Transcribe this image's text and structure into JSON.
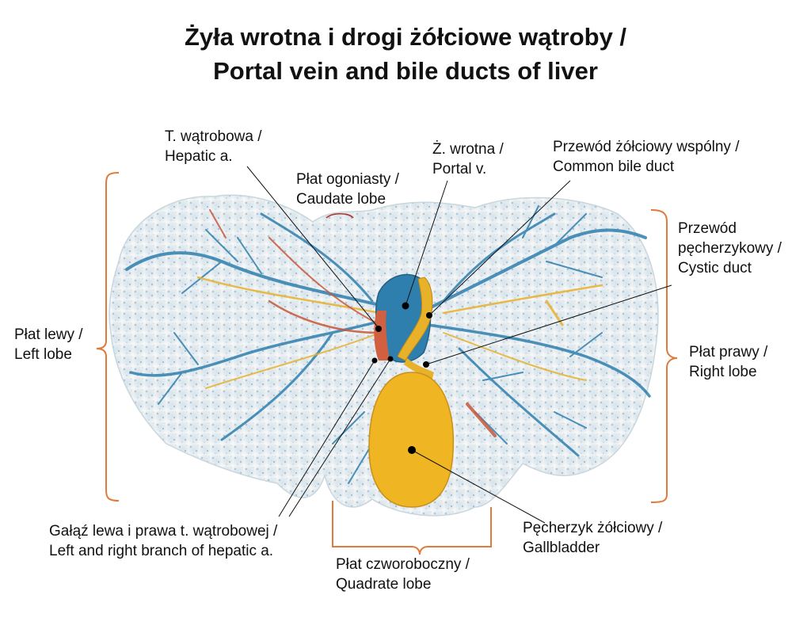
{
  "title": {
    "line1": "Żyła wrotna i drogi żółciowe wątroby /",
    "line2": "Portal vein and bile ducts of liver"
  },
  "labels": {
    "hepatic_artery": {
      "pl": "T. wątrobowa /",
      "en": "Hepatic a."
    },
    "caudate_lobe": {
      "pl": "Płat ogoniasty /",
      "en": "Caudate lobe"
    },
    "portal_vein": {
      "pl": "Ż. wrotna /",
      "en": "Portal v."
    },
    "common_bile_duct": {
      "pl": "Przewód żółciowy wspólny /",
      "en": "Common bile duct"
    },
    "cystic_duct": {
      "pl1": "Przewód",
      "pl2": "pęcherzykowy /",
      "en": "Cystic duct"
    },
    "left_lobe": {
      "pl": "Płat lewy /",
      "en": "Left lobe"
    },
    "right_lobe": {
      "pl": "Płat prawy /",
      "en": "Right lobe"
    },
    "hepatic_branches": {
      "pl": "Gałąź lewa i prawa t. wątrobowej /",
      "en": "Left and right branch of hepatic a."
    },
    "gallbladder": {
      "pl": "Pęcherzyk żółciowy /",
      "en": "Gallbladder"
    },
    "quadrate_lobe": {
      "pl": "Płat czworoboczny /",
      "en": "Quadrate lobe"
    }
  },
  "colors": {
    "liver_parenchyma": "#e9edf0",
    "portal_vein": "#2f7fae",
    "bile_duct": "#e8b12a",
    "gallbladder": "#f0b523",
    "hepatic_artery": "#c9573a",
    "bracket": "#e07a3a",
    "leader_line": "#111111"
  }
}
